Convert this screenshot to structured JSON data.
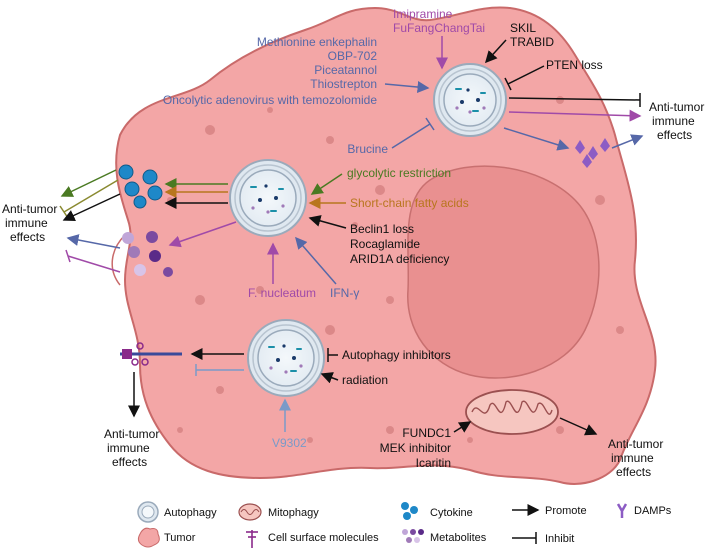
{
  "colors": {
    "cell_fill": "#f3a6a6",
    "cell_stroke": "#c96a6a",
    "nucleus_fill": "#e99090",
    "spot": "#d27c7c",
    "purple": "#a04aa8",
    "blue": "#5668a8",
    "green": "#4a7a22",
    "orange": "#b8761e",
    "black": "#111111",
    "light_blue": "#7a9ac8",
    "dark_blue_mark": "#3a4a9a"
  },
  "top_right": {
    "purple_drugs": [
      "Imipramine",
      "FuFangChangTai"
    ],
    "blue_drugs": [
      "Methionine enkephalin",
      "OBP-702",
      "Piceatannol",
      "Thiostrepton",
      "Oncolytic adenovirus with temozolomide"
    ],
    "black_factors": [
      "SKIL",
      "TRABID"
    ],
    "inhibitor": "PTEN loss",
    "brucine": "Brucine",
    "effect": [
      "Anti-tumor",
      "immune",
      "effects"
    ]
  },
  "middle": {
    "green_factor": "glycolytic restriction",
    "orange_factor": "Short-chain fatty acids",
    "black_factors": [
      "Beclin1 loss",
      "Rocaglamide",
      "ARID1A deficiency"
    ],
    "purple_factor": "F. nucleatum",
    "blue_factor": "IFN-γ"
  },
  "left_effect": [
    "Anti-tumor",
    "immune",
    "effects"
  ],
  "bottom": {
    "inhibitor": "Autophagy inhibitors",
    "promoter": "radiation",
    "light_blue_factor": "V9302",
    "effect": [
      "Anti-tumor",
      "immune",
      "effects"
    ]
  },
  "mitophagy": {
    "factors": [
      "FUNDC1",
      "MEK inhibitor",
      "Icaritin"
    ],
    "effect": [
      "Anti-tumor",
      "immune",
      "effects"
    ]
  },
  "legend": {
    "autophagy": "Autophagy",
    "mitophagy": "Mitophagy",
    "cytokine": "Cytokine",
    "promote": "Promote",
    "damps": "DAMPs",
    "tumor": "Tumor",
    "cell_surface": "Cell surface molecules",
    "metabolites": "Metabolites",
    "inhibit": "Inhibit"
  }
}
